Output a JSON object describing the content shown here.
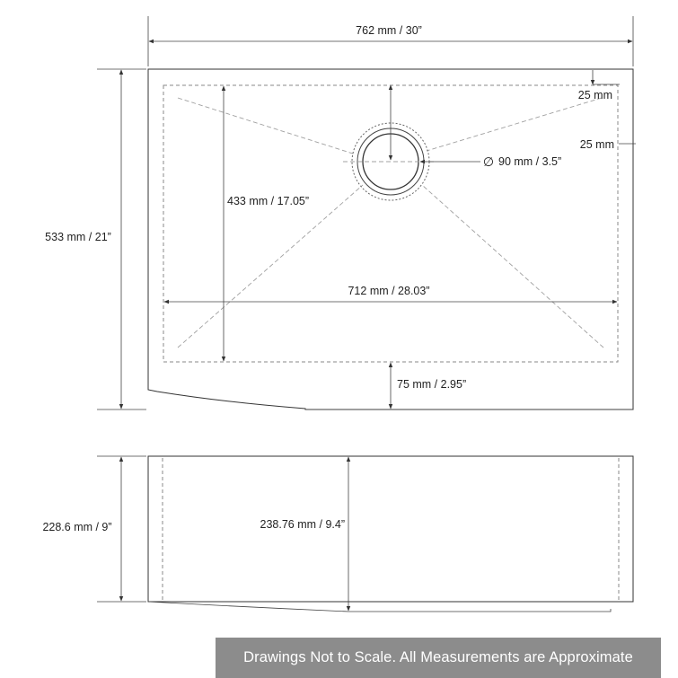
{
  "top_view": {
    "width_label": "762 mm / 30”",
    "depth_label": "533 mm / 21”",
    "rim_top_label": "25 mm",
    "rim_side_label": "25 mm",
    "drain_label": "90 mm / 3.5”",
    "drain_symbol": "∅",
    "basin_depth_label": "433 mm / 17.05”",
    "basin_width_label": "712 mm / 28.03”",
    "apron_label": "75 mm / 2.95”"
  },
  "front_view": {
    "height_label": "228.6 mm / 9”",
    "inner_depth_label": "238.76 mm / 9.4”"
  },
  "footer": {
    "note": "Drawings Not to Scale. All Measurements are Approximate"
  }
}
